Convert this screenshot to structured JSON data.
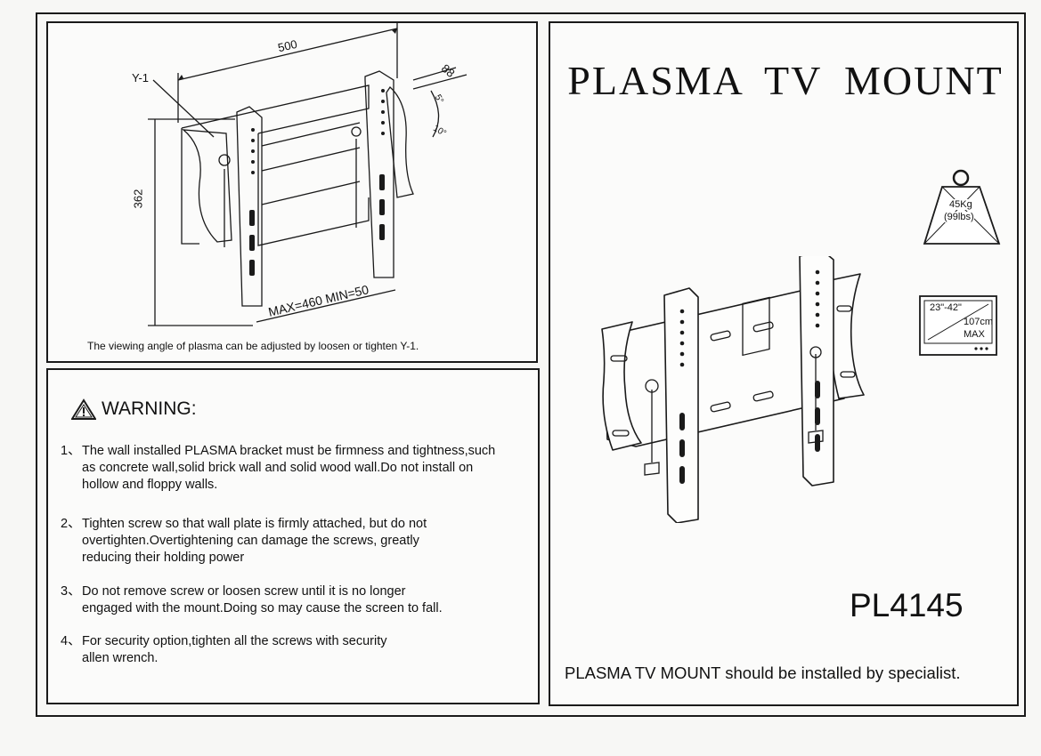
{
  "diagram": {
    "width_label": "500",
    "depth_label": "88",
    "height_label": "362",
    "part_label": "Y-1",
    "tilt_up_label": "5°",
    "tilt_down_label": "10°",
    "range_label": "MAX=460 MIN=50",
    "caption": "The viewing angle of plasma can be adjusted by loosen or tighten Y-1."
  },
  "warning": {
    "heading": "WARNING:",
    "items": [
      {
        "num": "1、",
        "text": "The wall installed PLASMA bracket must be firmness and tightness,such\nas concrete wall,solid brick wall and solid wood wall.Do not install on\nhollow and floppy walls."
      },
      {
        "num": "2、",
        "text": "Tighten screw so that wall plate is firmly attached, but do not\novertighten.Overtightening can damage the screws, greatly\nreducing their holding power"
      },
      {
        "num": "3、",
        "text": "Do not remove screw or loosen screw until it is no longer\nengaged with the mount.Doing so may cause the screen to fall."
      },
      {
        "num": "4、",
        "text": "For security option,tighten all the screws with security\nallen wrench."
      }
    ]
  },
  "product": {
    "title": "PLASMA TV MOUNT",
    "weight_kg": "45Kg",
    "weight_lbs": "(99lbs)",
    "screen_size": "23\"-42\"",
    "screen_cm": "107cm",
    "screen_max": "MAX",
    "model": "PL4145",
    "footer": "PLASMA TV MOUNT should be installed by specialist."
  }
}
